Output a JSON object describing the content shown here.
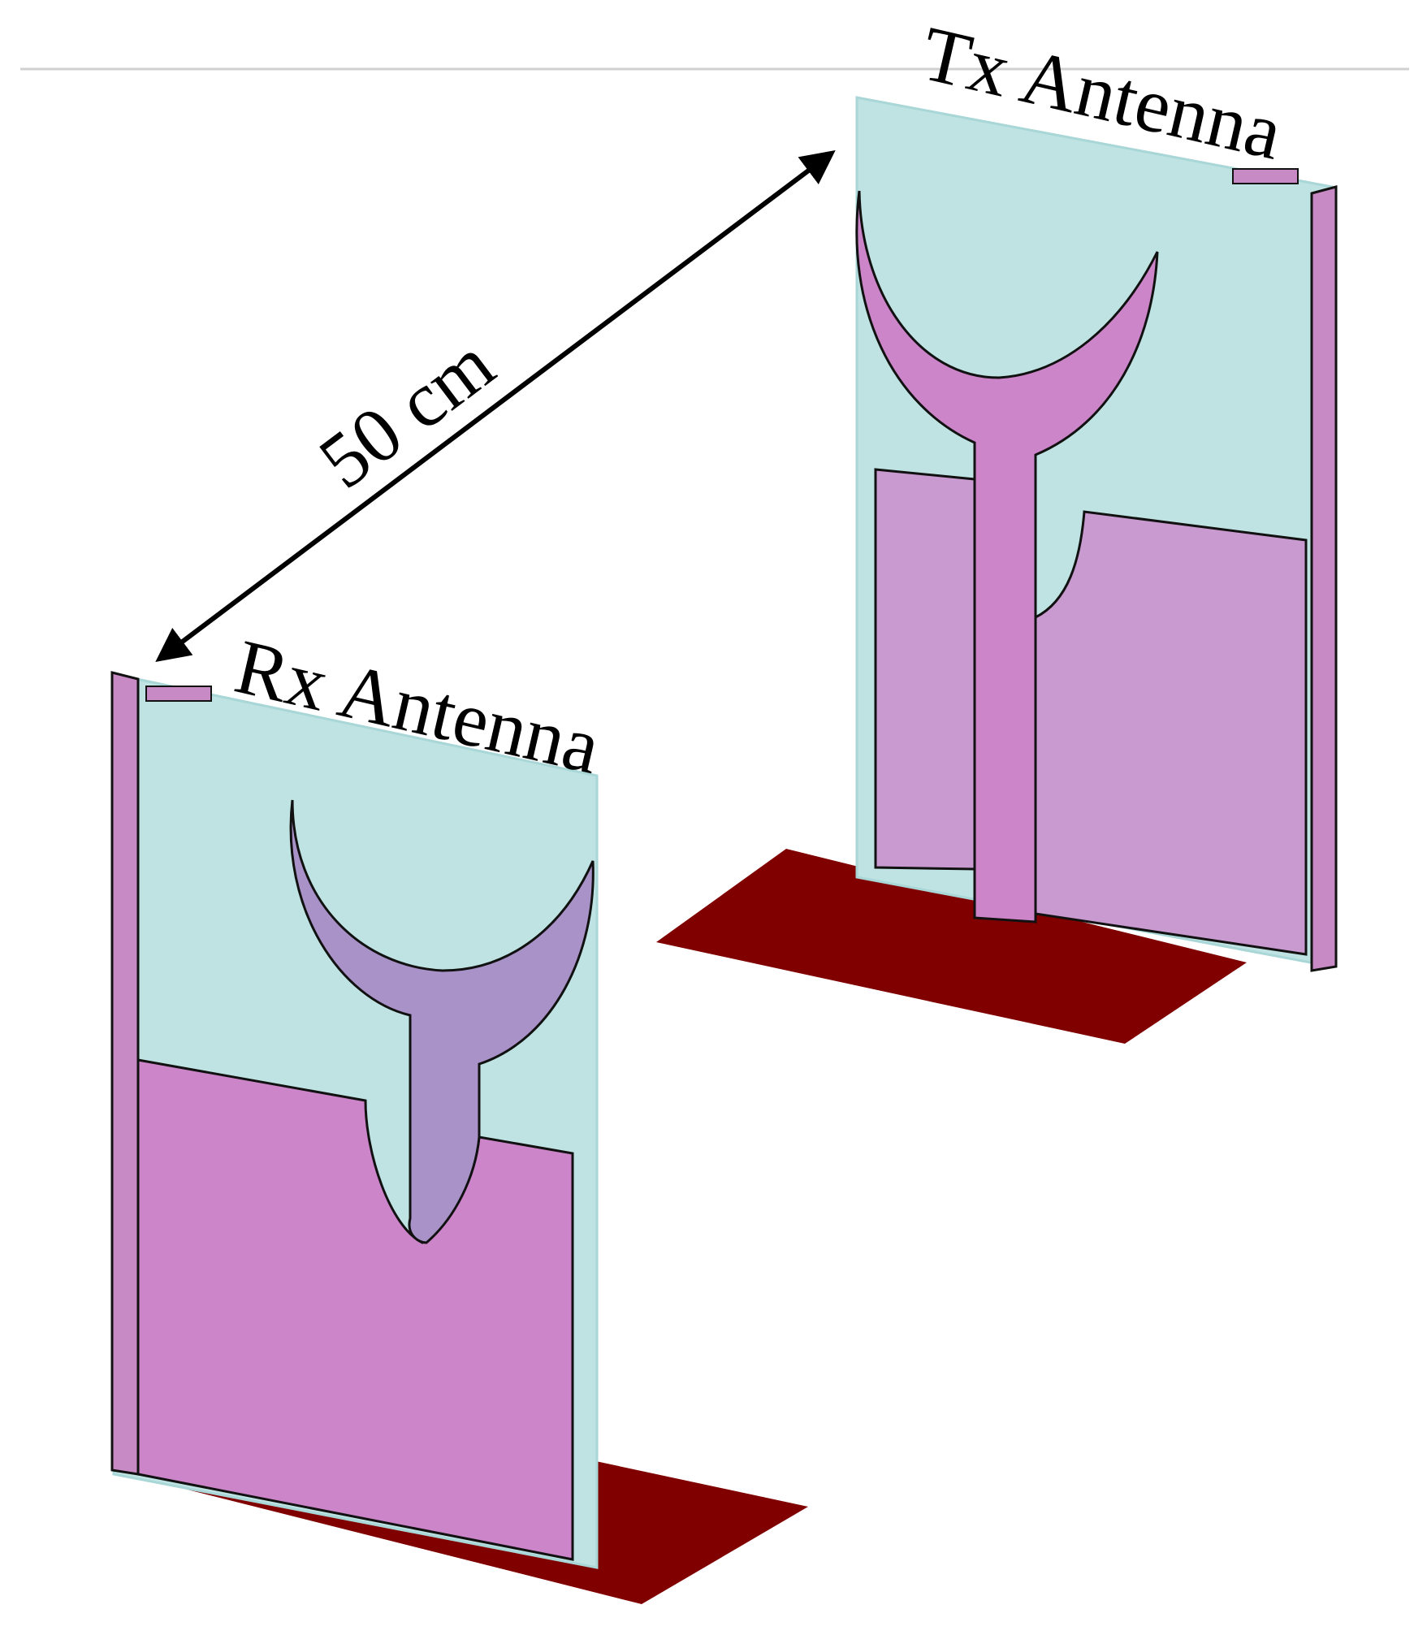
{
  "labels": {
    "tx": "Tx Antenna",
    "rx": "Rx Antenna",
    "distance": "50 cm"
  },
  "colors": {
    "background": "#ffffff",
    "substrate": "#bfe3e3",
    "substrate_edge": "#a9d6d6",
    "patch_pink": "#cc85c8",
    "ground_mauve": "#c89ad0",
    "feed_purple": "#a892c8",
    "ground_plane": "#800000",
    "outline": "#111111",
    "separator": "#d0d0d0"
  }
}
